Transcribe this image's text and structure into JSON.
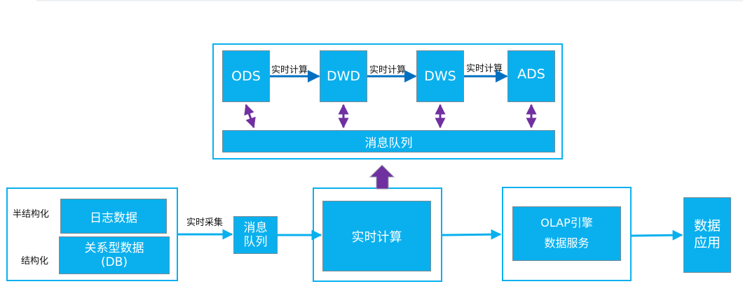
{
  "warehouse": {
    "ods": "ODS",
    "dwd": "DWD",
    "dws": "DWS",
    "ads": "ADS",
    "edge_label": "实时计算",
    "queue": "消息队列"
  },
  "sources": {
    "semi_structured_label": "半结构化",
    "log_data": "日志数据",
    "structured_label": "结构化",
    "relational_data": "关系型数据",
    "relational_data_sub": "(DB)"
  },
  "collect_label": "实时采集",
  "message_queue": {
    "line1": "消息",
    "line2": "队列"
  },
  "realtime_compute": "实时计算",
  "olap": {
    "engine": "OLAP引擎",
    "service": "数据服务"
  },
  "data_app": {
    "line1": "数据",
    "line2": "应用"
  },
  "colors": {
    "box_fill": "#0ab0ee",
    "frame_border": "#0ab0ee",
    "box_border": "#7a8a96",
    "bidirectional_arrow": "#7030a0",
    "flow_arrow": "#0070c0"
  }
}
